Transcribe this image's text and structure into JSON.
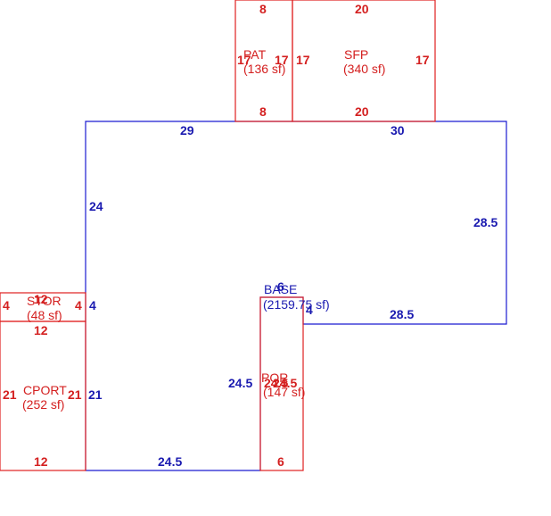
{
  "colors": {
    "main": "#1a1ad0",
    "addition": "#e02020"
  },
  "areas": {
    "pat": {
      "name": "PAT",
      "area": "(136 sf)"
    },
    "sfp": {
      "name": "SFP",
      "area": "(340 sf)"
    },
    "base": {
      "name": "BASE",
      "area": "(2159.75 sf)"
    },
    "stor": {
      "name": "STOR",
      "area": "(48 sf)"
    },
    "cport": {
      "name": "CPORT",
      "area": "(252 sf)"
    },
    "por": {
      "name": "POR",
      "area": "(147 sf)"
    }
  },
  "dimensions": {
    "pat_top": "8",
    "pat_bottom": "8",
    "pat_left": "17",
    "pat_right": "17",
    "sfp_top": "20",
    "sfp_bottom": "20",
    "sfp_left": "17",
    "sfp_right": "17",
    "base_top_left": "29",
    "base_top_right": "30",
    "base_left_upper": "24",
    "base_right": "28.5",
    "base_step_bottom": "28.5",
    "base_step_left": "4",
    "base_step_top": "6",
    "base_notch_left": "24.5",
    "base_bottom": "24.5",
    "base_left_mid": "4",
    "base_left_lower": "21",
    "stor_left": "4",
    "stor_right": "4",
    "stor_top": "12",
    "stor_bottom": "12",
    "cport_left": "21",
    "cport_right": "21",
    "cport_bottom": "12",
    "por_left": "24.5",
    "por_right": "24.5",
    "por_bottom": "6"
  }
}
